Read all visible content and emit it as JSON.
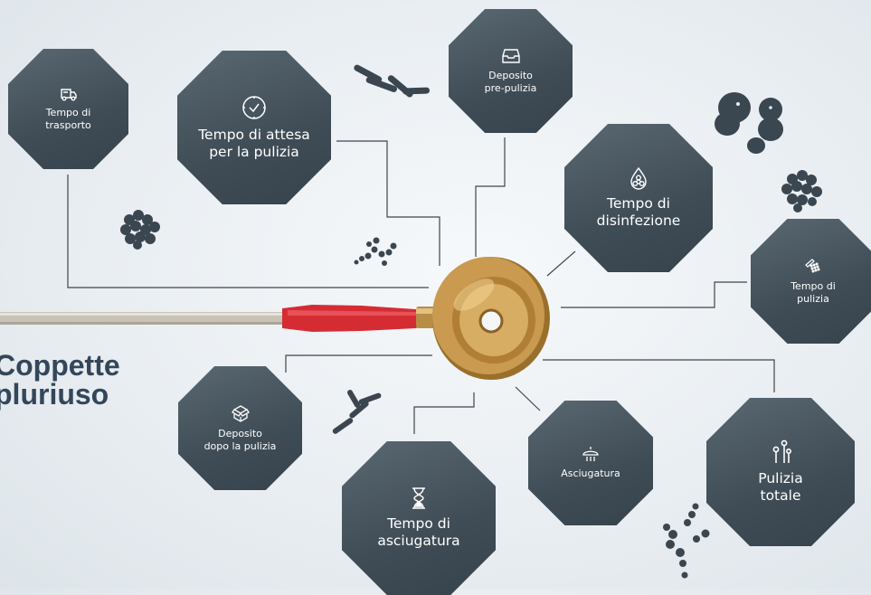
{
  "title": {
    "line1": "Coppette",
    "line2": "pluriuso"
  },
  "colors": {
    "octagon": "#46535d",
    "octagon_text": "#ffffff",
    "title": "#34465a",
    "connector": "#3e464c",
    "background": "#e9eef2",
    "brass": "#c99a50",
    "cable_red": "#d52c33"
  },
  "stages": [
    {
      "id": "tempo-trasporto",
      "icon": "van-icon",
      "lines": [
        "Tempo di",
        "trasporto"
      ]
    },
    {
      "id": "tempo-attesa",
      "icon": "clock-icon",
      "lines": [
        "Tempo di attesa",
        "per la pulizia"
      ]
    },
    {
      "id": "deposito-pre",
      "icon": "inbox-tray-icon",
      "lines": [
        "Deposito",
        "pre-pulizia"
      ]
    },
    {
      "id": "tempo-disinfezione",
      "icon": "biohazard-drop-icon",
      "lines": [
        "Tempo di",
        "disinfezione"
      ]
    },
    {
      "id": "tempo-pulizia",
      "icon": "shower-icon",
      "lines": [
        "Tempo di",
        "pulizia"
      ]
    },
    {
      "id": "pulizia-totale",
      "icon": "electrode-pins-icon",
      "lines": [
        "Pulizia",
        "totale"
      ]
    },
    {
      "id": "asciugatura",
      "icon": "dryer-icon",
      "lines": [
        "Asciugatura"
      ]
    },
    {
      "id": "tempo-asciugatura",
      "icon": "hourglass-icon",
      "lines": [
        "Tempo di",
        "asciugatura"
      ]
    },
    {
      "id": "deposito-dopo",
      "icon": "stacked-boxes-icon",
      "lines": [
        "Deposito",
        "dopo la pulizia"
      ]
    }
  ]
}
